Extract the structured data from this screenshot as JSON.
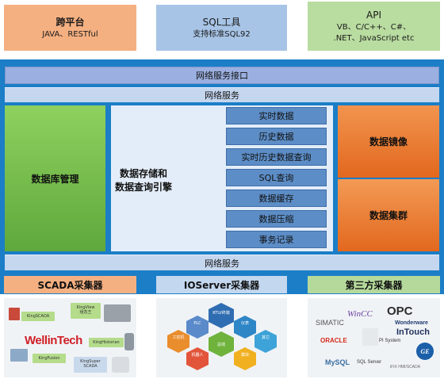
{
  "top": {
    "cross_platform": {
      "title": "跨平台",
      "subtitle": "JAVA、RESTful"
    },
    "sql_tool": {
      "title": "SQL工具",
      "subtitle": "支持标准SQL92"
    },
    "api": {
      "title": "API",
      "line1": "VB、C/C++、C#、",
      "line2": ".NET、JavaScript etc"
    }
  },
  "bands": {
    "interface": "网络服务接口",
    "service_top": "网络服务",
    "service_bottom": "网络服务"
  },
  "core": {
    "db_management": "数据库管理",
    "engine_line1": "数据存储和",
    "engine_line2": "数据查询引擎",
    "features": [
      "实时数据",
      "历史数据",
      "实时历史数据查询",
      "SQL查询",
      "数据缓存",
      "数据压缩",
      "事务记录"
    ],
    "mirror": "数据镜像",
    "cluster": "数据集群"
  },
  "collectors": {
    "scada": "SCADA采集器",
    "ioserver": "IOServer采集器",
    "third_party": "第三方采集器"
  },
  "scada_panel": {
    "kingscada": "KingSCADA",
    "kingview_line1": "KingView",
    "kingview_line2": "组态王",
    "wellintech": "WellinTech",
    "kinghistorian": "KingHistorian",
    "kingfusion": "KingFusion",
    "kingsuper_line1": "KingSuper",
    "kingsuper_line2": "SCADA"
  },
  "io_panel": {
    "center": "RTU/终端",
    "plc": "PLC",
    "instrument": "仪表",
    "industrial_pc": "工控机",
    "machine": "机器人",
    "module": "模块",
    "bus": "总线",
    "other": "其它"
  },
  "third_panel": {
    "simatic": "SIMATIC",
    "wincc": "WinCC",
    "opc": "OPC",
    "wonderware": "Wonderware",
    "intouch": "InTouch",
    "oracle": "ORACLE",
    "pi_system": "PI System",
    "ge": "GE",
    "mysql": "MySQL",
    "sqlserver": "SQL Server",
    "ifix": "iFIX HMI/SCADA"
  }
}
